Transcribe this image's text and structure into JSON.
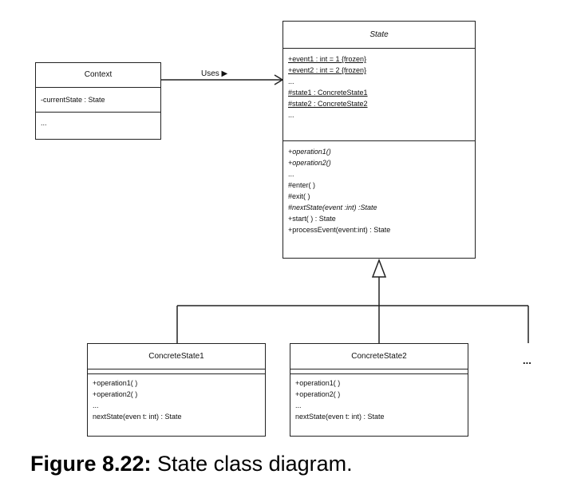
{
  "context": {
    "name": "Context",
    "attributes": [
      "-currentState : State"
    ],
    "operations": [
      "..."
    ]
  },
  "association": {
    "label": "Uses ▶"
  },
  "state": {
    "name": "State",
    "attributes": [
      {
        "text": "+event1 : int = 1 {frozen}",
        "underline": true
      },
      {
        "text": "+event2 : int = 2 {frozen}",
        "underline": true
      },
      {
        "text": "...",
        "underline": false
      },
      {
        "text": "#state1 : ConcreteState1",
        "underline": true
      },
      {
        "text": "#state2 : ConcreteState2",
        "underline": true
      },
      {
        "text": "...",
        "underline": false
      }
    ],
    "operations": [
      {
        "text": "+operation1()",
        "italic": true
      },
      {
        "text": "+operation2()",
        "italic": true
      },
      {
        "text": "...",
        "italic": false
      },
      {
        "text": "#enter( )",
        "italic": false
      },
      {
        "text": "#exit( )",
        "italic": false
      },
      {
        "text": "#nextState(event :int) :State",
        "italic": true
      },
      {
        "text": "+start( ) : State",
        "italic": false
      },
      {
        "text": "+processEvent(event:int) : State",
        "italic": false
      }
    ]
  },
  "concrete1": {
    "name": "ConcreteState1",
    "operations": [
      "+operation1( )",
      "+operation2( )",
      "...",
      "nextState(even t: int) : State"
    ]
  },
  "concrete2": {
    "name": "ConcreteState2",
    "operations": [
      "+operation1( )",
      "+operation2( )",
      "...",
      "nextState(even t: int) : State"
    ]
  },
  "more_subclasses": "...",
  "caption": {
    "label": "Figure 8.22:",
    "text": " State class diagram."
  }
}
